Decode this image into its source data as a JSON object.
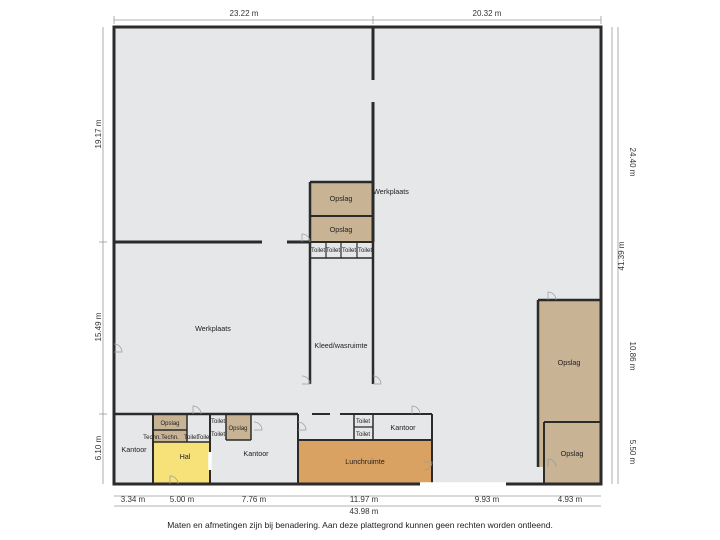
{
  "dimensions": {
    "top_left": "23.22 m",
    "top_right": "20.32 m",
    "left_upper": "19.17 m",
    "left_middle": "15.49 m",
    "left_lower": "6.10 m",
    "right_upper": "24.40 m",
    "right_total": "41.39 m",
    "right_middle": "10.86 m",
    "right_lower": "5.50 m",
    "bottom_1": "3.34 m",
    "bottom_2": "5.00 m",
    "bottom_3": "7.76 m",
    "bottom_4": "11.97 m",
    "bottom_5": "9.93 m",
    "bottom_6": "4.93 m",
    "bottom_total": "43.98 m"
  },
  "rooms": {
    "werkplaats_upper": "Werkplaats",
    "werkplaats_left": "Werkplaats",
    "opslag_1": "Opslag",
    "opslag_2": "Opslag",
    "toilet_1": "Toilet",
    "toilet_2": "Toilet",
    "toilet_3": "Toilet",
    "toilet_4": "Toilet",
    "kleed": "Kleed/wasruimte",
    "opslag_right": "Opslag",
    "opslag_right_lower": "Opslag",
    "opslag_small_left": "Opslag",
    "techn_1": "Techn.",
    "techn_2": "Techn.",
    "toilet_hal_a": "Toilet",
    "toilet_hal_b": "Toilet",
    "toilet_hal_c": "Toilet",
    "toilet_hal_d": "Toilet",
    "opslag_small_mid": "Opslag",
    "kantoor_left": "Kantoor",
    "hal": "Hal",
    "kantoor_mid": "Kantoor",
    "lunchruimte": "Lunchruimte",
    "toilet_lunch_1": "Toilet",
    "toilet_lunch_2": "Toilet",
    "kantoor_right": "Kantoor"
  },
  "colors": {
    "floor": "#e6e7e8",
    "wall": "#2b2b2b",
    "storage": "#c8b394",
    "hall": "#f7e27a",
    "lunch": "#d9a263",
    "office": "#e6e7e8"
  },
  "disclaimer": "Maten en afmetingen zijn bij benadering. Aan deze plattegrond kunnen geen rechten worden ontleend."
}
